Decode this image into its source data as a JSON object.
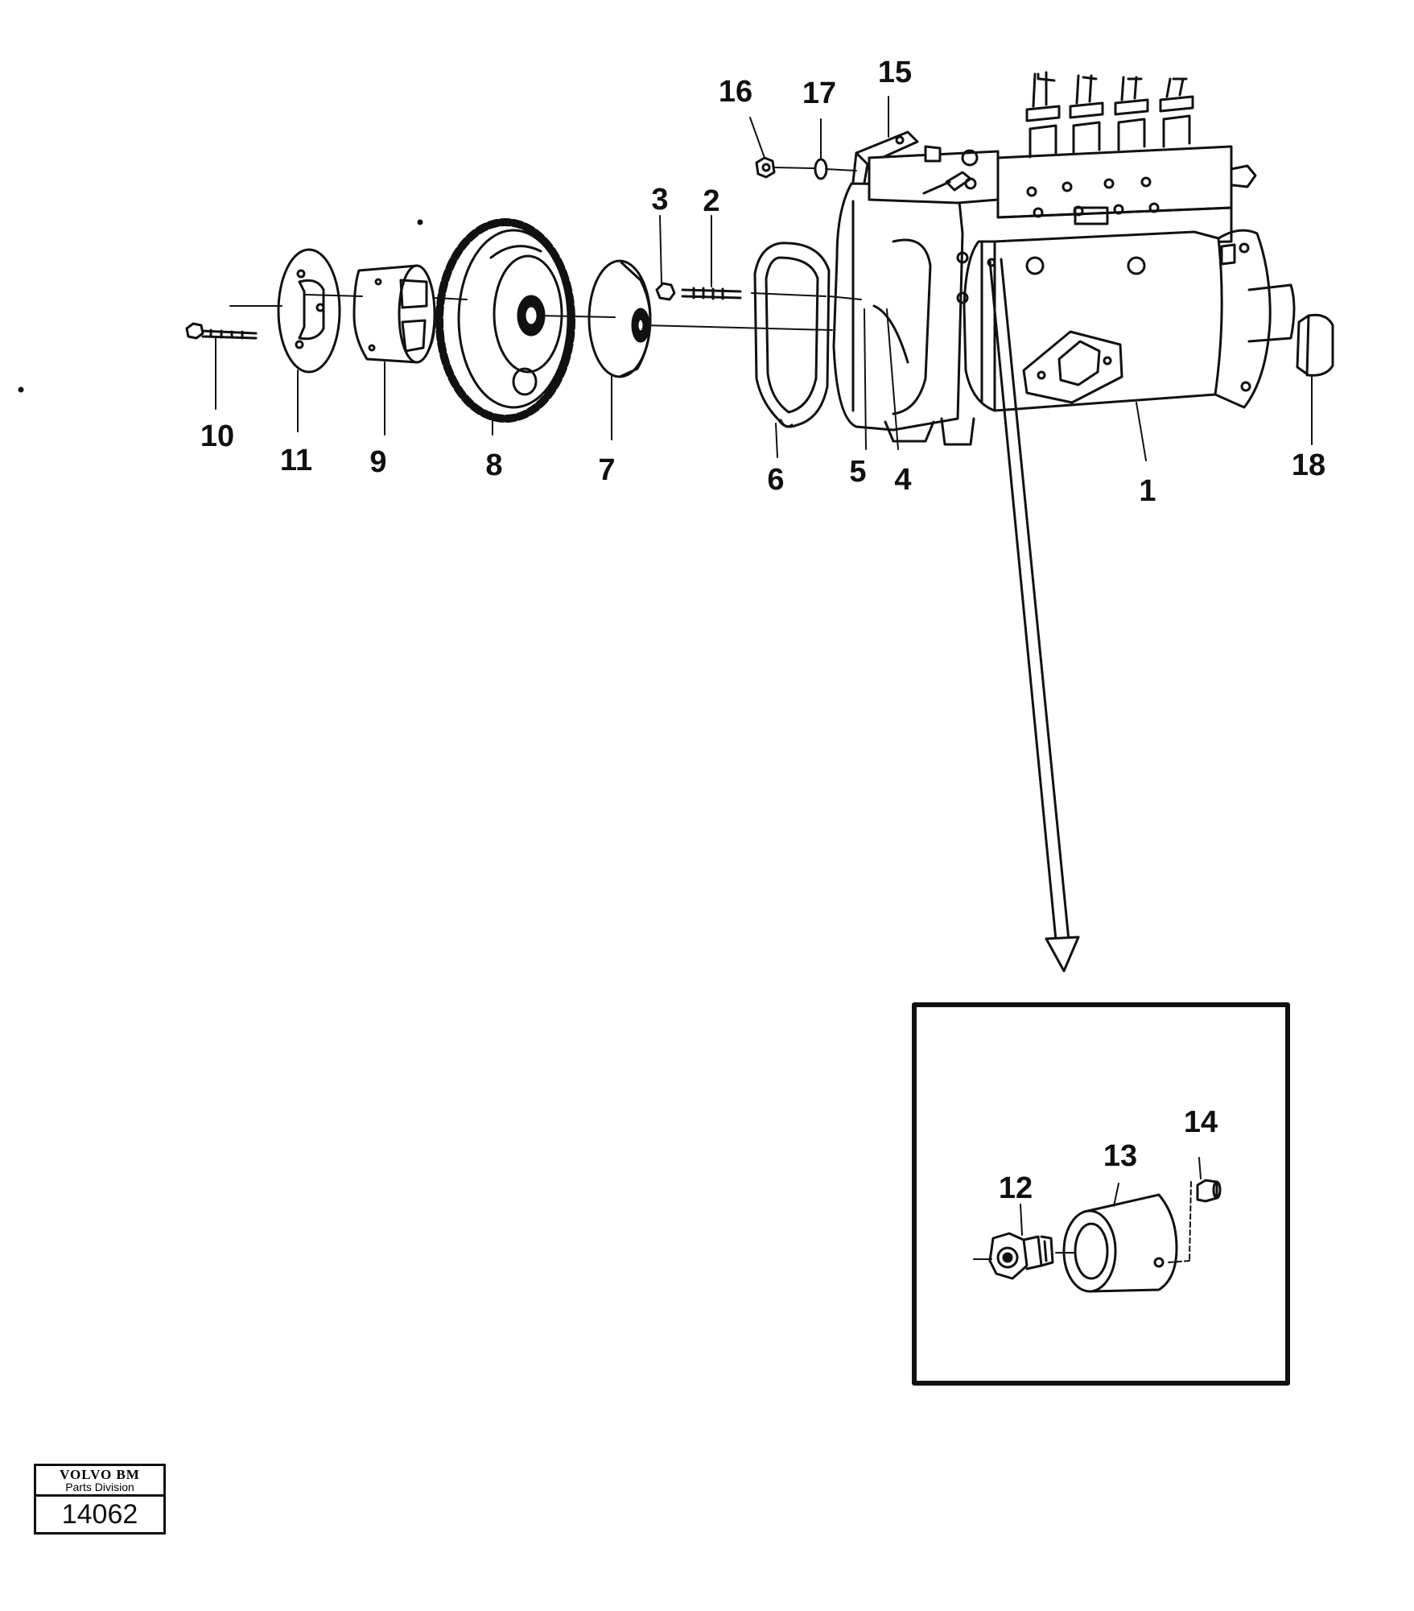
{
  "callouts": {
    "c1": "1",
    "c2": "2",
    "c3": "3",
    "c4": "4",
    "c5": "5",
    "c6": "6",
    "c7": "7",
    "c8": "8",
    "c9": "9",
    "c10": "10",
    "c11": "11",
    "c12": "12",
    "c13": "13",
    "c14": "14",
    "c15": "15",
    "c16": "16",
    "c17": "17",
    "c18": "18"
  },
  "stamp": {
    "brand": "VOLVO BM",
    "division": "Parts Division",
    "number": "14062"
  }
}
